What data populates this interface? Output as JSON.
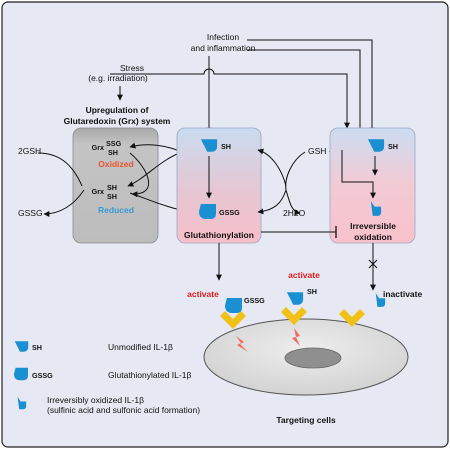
{
  "colors": {
    "background": "#e6e8f3",
    "grx_box": "#bdbdbd",
    "oxidized": "#e8542c",
    "reduced": "#3a9ad9",
    "icon_blue": "#1a8fd1",
    "activate_red": "#e21b1b",
    "ligand_yellow": "#f2c118",
    "signal_red": "#f06a5e",
    "cell_fill": "#d9d9d9"
  },
  "inputs": {
    "stress": "Stress",
    "stress_sub": "(e.g. irradiation)",
    "infection_line1": "Infection",
    "infection_line2": "and inflammation"
  },
  "grx": {
    "title_line1": "Upregulation of",
    "title_line2": "Glutaredoxin (Grx) system",
    "grx_label": "Grx",
    "ssg": "SSG",
    "sh": "SH",
    "oxidized": "Oxidized",
    "reduced": "Reduced",
    "left_in": "2GSH",
    "left_out": "GSSG"
  },
  "glutathionylation": {
    "sh": "SH",
    "gssg": "GSSG",
    "caption": "Glutathionylation",
    "product": "2H2O"
  },
  "oxidation": {
    "reactant_gsh": "GSH + H",
    "reactant_sub": "2",
    "reactant_o": "O",
    "sh": "SH",
    "caption_line1": "Irreversible",
    "caption_line2": "oxidation"
  },
  "outcomes": {
    "activate_left": "activate",
    "activate_mid": "activate",
    "gssg": "GSSG",
    "sh": "SH",
    "inactivate": "inactivate",
    "cells": "Targeting cells"
  },
  "legend": [
    {
      "key": "SH",
      "text": "Unmodified IL-1β"
    },
    {
      "key": "GSSG",
      "text": "Glutathionylated IL-1β"
    },
    {
      "key": "",
      "text": "Irreversibly oxidized IL-1β",
      "sub": "(sulfinic acid and sulfonic acid formation)"
    }
  ]
}
